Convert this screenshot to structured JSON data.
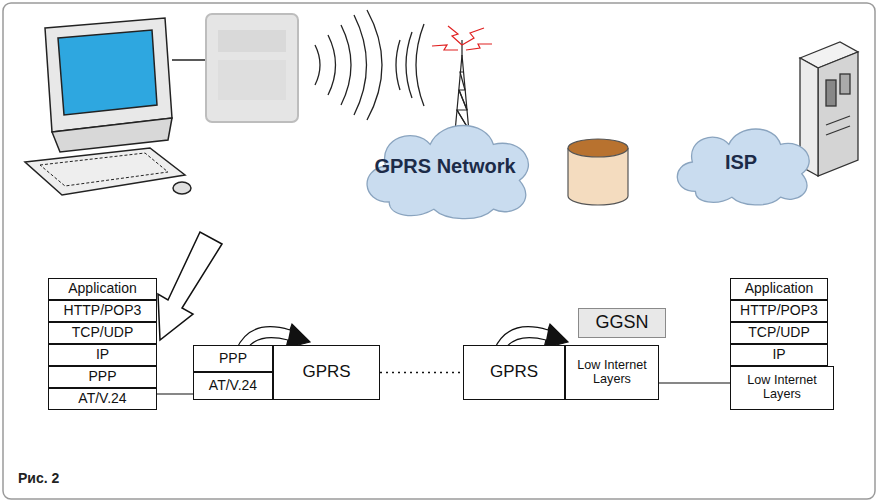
{
  "diagram": {
    "caption": "Рис. 2",
    "nodes": [
      {
        "text": [
          "GPRS Network"
        ]
      },
      {
        "text": [
          "ISP"
        ]
      },
      {
        "text": [
          "GGSN"
        ]
      },
      {
        "text": [
          "Application"
        ]
      },
      {
        "text": [
          "HTTP/POP3"
        ]
      },
      {
        "text": [
          "TCP/UDP"
        ]
      },
      {
        "text": [
          "IP"
        ]
      },
      {
        "text": [
          "PPP"
        ]
      },
      {
        "text": [
          "AT/V.24"
        ]
      },
      {
        "text": [
          "PPP"
        ]
      },
      {
        "text": [
          "AT/V.24"
        ]
      },
      {
        "text": [
          "GPRS"
        ]
      },
      {
        "text": [
          "GPRS"
        ]
      },
      {
        "text": [
          "Low Internet Layers"
        ]
      },
      {
        "text": [
          "Application"
        ]
      },
      {
        "text": [
          "HTTP/POP3"
        ]
      },
      {
        "text": [
          "TCP/UDP"
        ]
      },
      {
        "text": [
          "IP"
        ]
      },
      {
        "text": [
          "Low Internet Layers"
        ]
      }
    ],
    "edges": [
      {
        "from": 8,
        "to": 10,
        "arrow": "none"
      },
      {
        "from": 11,
        "to": 12,
        "arrow": "none"
      },
      {
        "from": 13,
        "to": 18,
        "arrow": "none"
      }
    ]
  }
}
